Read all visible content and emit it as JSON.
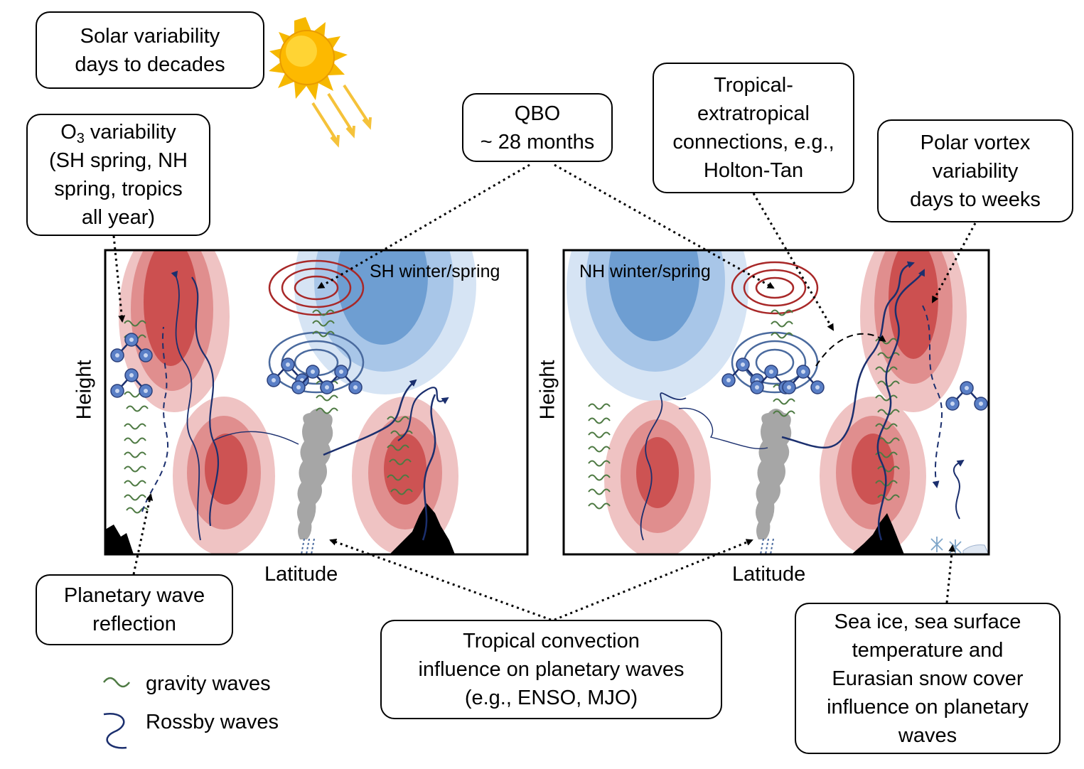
{
  "callouts": {
    "solar": [
      "Solar variability",
      "days to decades"
    ],
    "ozone": {
      "line1_pre": "O",
      "line1_sub": "3",
      "line1_post": " variability",
      "lines": [
        "(SH spring, NH",
        "spring, tropics",
        "all year)"
      ]
    },
    "qbo": [
      "QBO",
      "~ 28 months"
    ],
    "tropical_extratropical": [
      "Tropical-",
      "extratropical",
      "connections, e.g.,",
      "Holton-Tan"
    ],
    "polar_vortex": [
      "Polar vortex",
      "variability",
      "days to weeks"
    ],
    "planetary_reflection": [
      "Planetary wave",
      "reflection"
    ],
    "tropical_convection": [
      "Tropical convection",
      "influence on planetary waves",
      "(e.g., ENSO, MJO)"
    ],
    "sea_ice": [
      "Sea ice, sea surface",
      "temperature and",
      "Eurasian snow cover",
      "influence on planetary",
      "waves"
    ]
  },
  "panels": {
    "left": {
      "title": "SH winter/spring",
      "ylabel": "Height",
      "xlabel": "Latitude"
    },
    "right": {
      "title": "NH winter/spring",
      "ylabel": "Height",
      "xlabel": "Latitude"
    }
  },
  "legend": {
    "gravity": "gravity waves",
    "rossby": "Rossby waves"
  },
  "colors": {
    "red_light": "#efc3c3",
    "red_mid": "#e08e8e",
    "red_dark": "#c84545",
    "blue_light": "#d6e4f4",
    "blue_mid": "#a8c6e8",
    "blue_dark": "#6e9ed2",
    "gravity_wave": "#4e7a43",
    "rossby_wave": "#1b2f6e",
    "ozone": "#5a7fc6",
    "convection": "#a6a6a6",
    "sun": "#f6b800",
    "sun_rays": "#f5c23a",
    "ring_red": "#a82828",
    "ring_blue": "#4a6a9e"
  },
  "icons": [
    "sun-icon",
    "ozone-molecule-icon",
    "convection-cloud-icon",
    "snowflake-icon",
    "mountain-icon"
  ]
}
